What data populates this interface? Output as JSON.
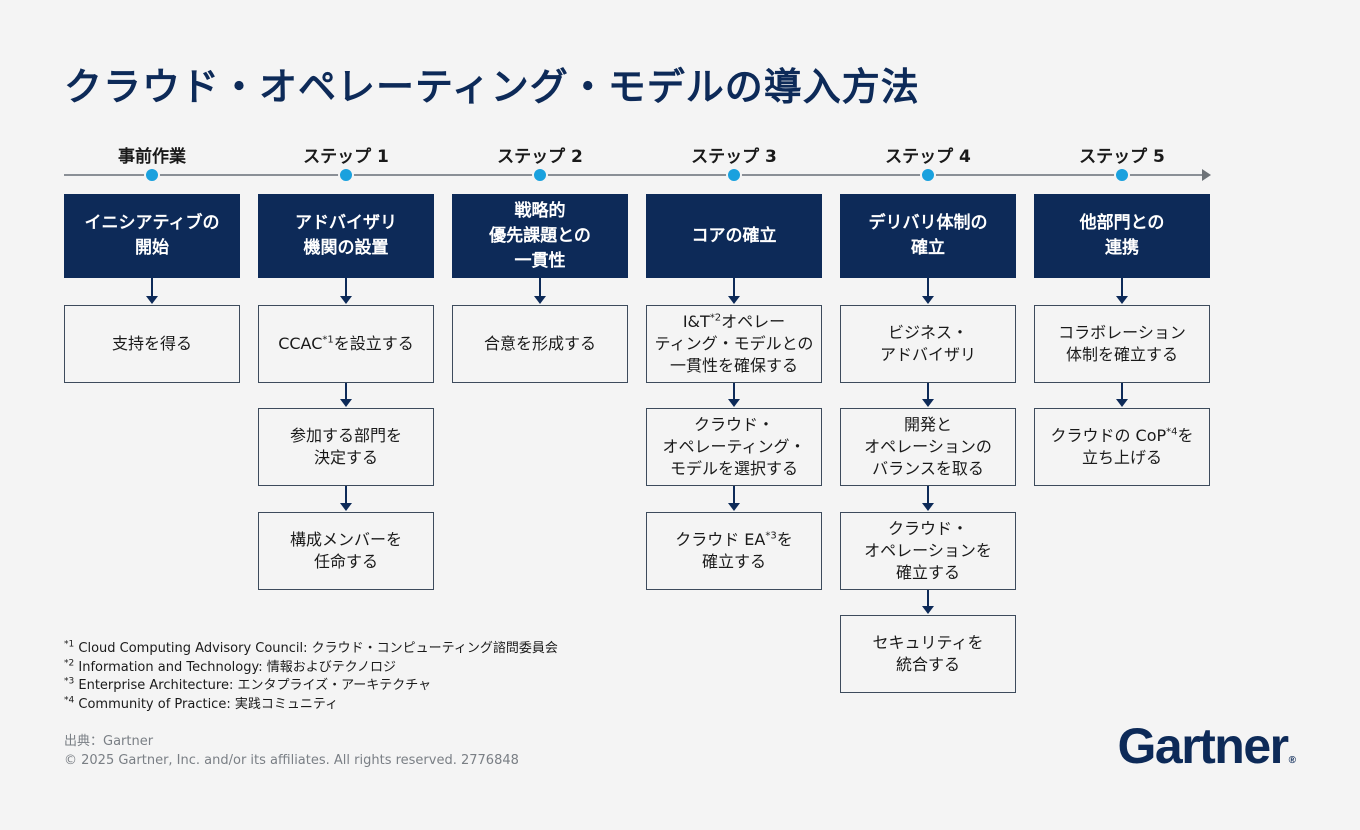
{
  "title": "クラウド・オペレーティング・モデルの導入方法",
  "columns": [
    {
      "step": "事前作業",
      "header": "イニシアティブの\n開始",
      "items": [
        {
          "text": "支持を得る"
        }
      ]
    },
    {
      "step": "ステップ 1",
      "header": "アドバイザリ\n機関の設置",
      "items": [
        {
          "text": "CCAC",
          "sup": "*1",
          "text_after": "を設立する"
        },
        {
          "text": "参加する部門を\n決定する"
        },
        {
          "text": "構成メンバーを\n任命する"
        }
      ]
    },
    {
      "step": "ステップ 2",
      "header": "戦略的\n優先課題との\n一貫性",
      "items": [
        {
          "text": "合意を形成する"
        }
      ]
    },
    {
      "step": "ステップ 3",
      "header": "コアの確立",
      "items": [
        {
          "text": "I&T",
          "sup": "*2",
          "text_after": "オペレー\nティング・モデルとの\n一貫性を確保する"
        },
        {
          "text": "クラウド・\nオペレーティング・\nモデルを選択する"
        },
        {
          "text": "クラウド EA",
          "sup": "*3",
          "text_after": "を\n確立する"
        }
      ]
    },
    {
      "step": "ステップ 4",
      "header": "デリバリ体制の\n確立",
      "items": [
        {
          "text": "ビジネス・\nアドバイザリ"
        },
        {
          "text": "開発と\nオペレーションの\nバランスを取る"
        },
        {
          "text": "クラウド・\nオペレーションを\n確立する"
        },
        {
          "text": "セキュリティを\n統合する"
        }
      ]
    },
    {
      "step": "ステップ 5",
      "header": "他部門との\n連携",
      "items": [
        {
          "text": "コラボレーション\n体制を確立する"
        },
        {
          "text": "クラウドの CoP",
          "sup": "*4",
          "text_after": "を\n立ち上げる"
        }
      ]
    }
  ],
  "footnotes": [
    {
      "mark": "*1",
      "text": "Cloud Computing Advisory Council: クラウド・コンピューティング諮問委員会"
    },
    {
      "mark": "*2",
      "text": "Information and Technology: 情報およびテクノロジ"
    },
    {
      "mark": "*3",
      "text": "Enterprise Architecture: エンタプライズ・アーキテクチャ"
    },
    {
      "mark": "*4",
      "text": "Community of Practice: 実践コミュニティ"
    }
  ],
  "source": "出典：Gartner",
  "copyright": "© 2025 Gartner, Inc. and/or its affiliates. All rights reserved. 2776848",
  "logo": "Gartner",
  "logo_mark": "®",
  "colors": {
    "navy": "#0d2a58",
    "dot": "#1aa1de",
    "background": "#f4f4f4",
    "line": "#8a8f96"
  }
}
